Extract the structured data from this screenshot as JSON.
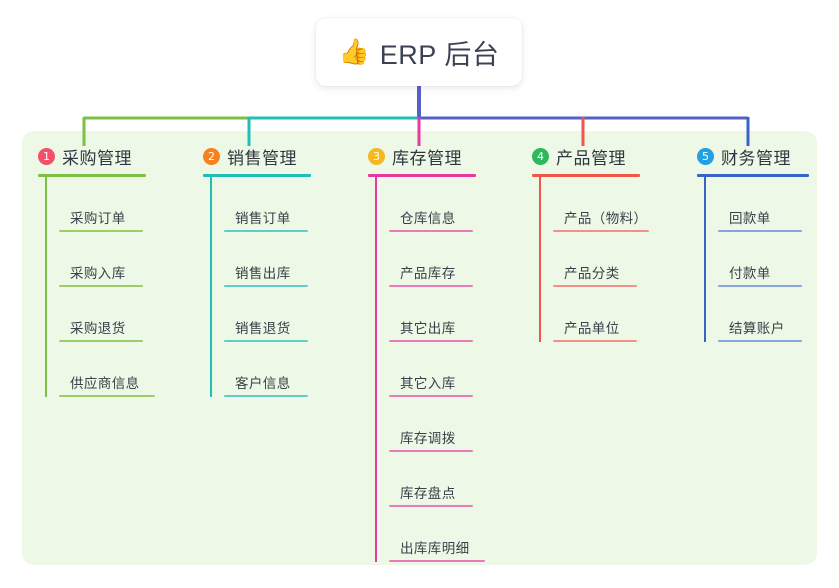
{
  "root": {
    "icon": "thumbs-up-icon",
    "icon_glyph": "👍",
    "label": "ERP 后台"
  },
  "panel": {
    "background": "#eef8e7"
  },
  "stem_color": "#5560c8",
  "columns": [
    {
      "number": "1",
      "title": "采购管理",
      "badge_color": "#f4506c",
      "line_color": "#7cc143",
      "leaf_color": "#9ccd69",
      "items": [
        "采购订单",
        "采购入库",
        "采购退货",
        "供应商信息"
      ]
    },
    {
      "number": "2",
      "title": "销售管理",
      "badge_color": "#f5821f",
      "line_color": "#1fbfb8",
      "leaf_color": "#63ccc6",
      "items": [
        "销售订单",
        "销售出库",
        "销售退货",
        "客户信息"
      ]
    },
    {
      "number": "3",
      "title": "库存管理",
      "badge_color": "#f5b game",
      "line_color": "#e8399f",
      "leaf_color": "#e87cb8",
      "items": [
        "仓库信息",
        "产品库存",
        "其它出库",
        "其它入库",
        "库存调拨",
        "库存盘点",
        "出库库明细"
      ]
    },
    {
      "number": "4",
      "title": "产品管理",
      "badge_color": "#2eb85c",
      "line_color": "#f0564a",
      "leaf_color": "#f2908a",
      "items": [
        "产品（物料）",
        "产品分类",
        "产品单位"
      ]
    },
    {
      "number": "5",
      "title": "财务管理",
      "badge_color": "#21a1e1",
      "line_color": "#3a63c8",
      "leaf_color": "#8aa4dd",
      "items": [
        "回款单",
        "付款单",
        "结算账户"
      ]
    }
  ]
}
